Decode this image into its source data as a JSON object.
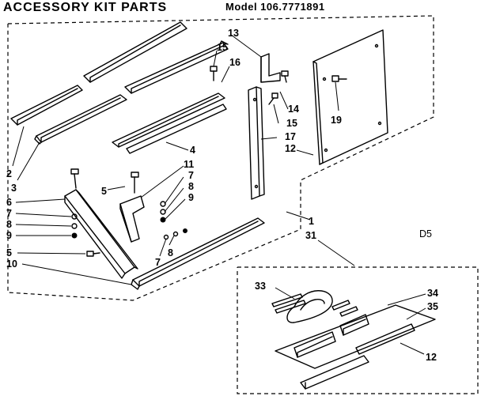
{
  "header": {
    "title": "ACCESSORY KIT PARTS",
    "model": "Model 106.7771891"
  },
  "figure_code": "D5",
  "callouts": [
    {
      "id": "c13",
      "label": "13"
    },
    {
      "id": "c15a",
      "label": "15"
    },
    {
      "id": "c16",
      "label": "16"
    },
    {
      "id": "c14",
      "label": "14"
    },
    {
      "id": "c15b",
      "label": "15"
    },
    {
      "id": "c17",
      "label": "17"
    },
    {
      "id": "c12a",
      "label": "12"
    },
    {
      "id": "c19",
      "label": "19"
    },
    {
      "id": "c4",
      "label": "4"
    },
    {
      "id": "c2",
      "label": "2"
    },
    {
      "id": "c3",
      "label": "3"
    },
    {
      "id": "c5a",
      "label": "5"
    },
    {
      "id": "c11",
      "label": "11"
    },
    {
      "id": "c7a",
      "label": "7"
    },
    {
      "id": "c8a",
      "label": "8"
    },
    {
      "id": "c9a",
      "label": "9"
    },
    {
      "id": "c6",
      "label": "6"
    },
    {
      "id": "c7b",
      "label": "7"
    },
    {
      "id": "c8b",
      "label": "8"
    },
    {
      "id": "c9b",
      "label": "9"
    },
    {
      "id": "c5b",
      "label": "5"
    },
    {
      "id": "c10",
      "label": "10"
    },
    {
      "id": "c7c",
      "label": "7"
    },
    {
      "id": "c8c",
      "label": "8"
    },
    {
      "id": "c1",
      "label": "1"
    },
    {
      "id": "c31",
      "label": "31"
    },
    {
      "id": "c33",
      "label": "33"
    },
    {
      "id": "c34",
      "label": "34"
    },
    {
      "id": "c35",
      "label": "35"
    },
    {
      "id": "c12b",
      "label": "12"
    }
  ]
}
